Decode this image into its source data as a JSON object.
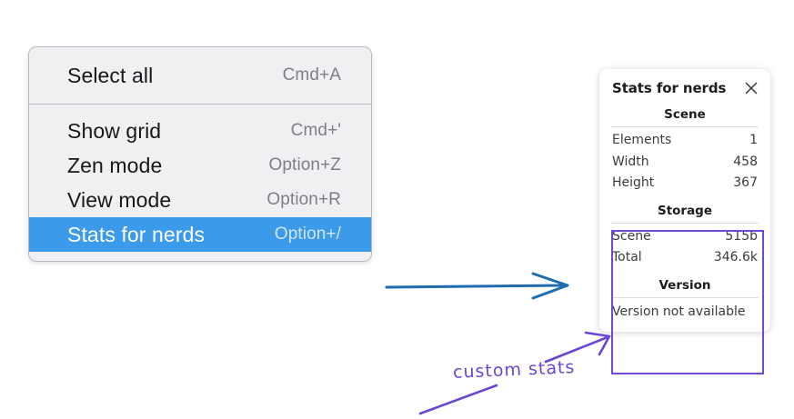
{
  "menu": {
    "groups": [
      {
        "items": [
          {
            "label": "Select all",
            "accel": "Cmd+A",
            "selected": false
          }
        ]
      },
      {
        "items": [
          {
            "label": "Show grid",
            "accel": "Cmd+'",
            "selected": false
          },
          {
            "label": "Zen mode",
            "accel": "Option+Z",
            "selected": false
          },
          {
            "label": "View mode",
            "accel": "Option+R",
            "selected": false
          },
          {
            "label": "Stats for nerds",
            "accel": "Option+/",
            "selected": true
          }
        ]
      }
    ],
    "highlight_color": "#3b9aea"
  },
  "stats_panel": {
    "title": "Stats for nerds",
    "close_icon": "close-icon",
    "sections": [
      {
        "heading": "Scene",
        "rows": [
          {
            "label": "Elements",
            "value": "1"
          },
          {
            "label": "Width",
            "value": "458"
          },
          {
            "label": "Height",
            "value": "367"
          }
        ]
      },
      {
        "heading": "Storage",
        "rows": [
          {
            "label": "Scene",
            "value": "515b"
          },
          {
            "label": "Total",
            "value": "346.6k"
          }
        ]
      },
      {
        "heading": "Version",
        "plain": "Version not available"
      }
    ]
  },
  "annotations": {
    "note": "custom stats",
    "blue_arrow_color": "#1f6cb0",
    "purple_color": "#6b46d6"
  }
}
